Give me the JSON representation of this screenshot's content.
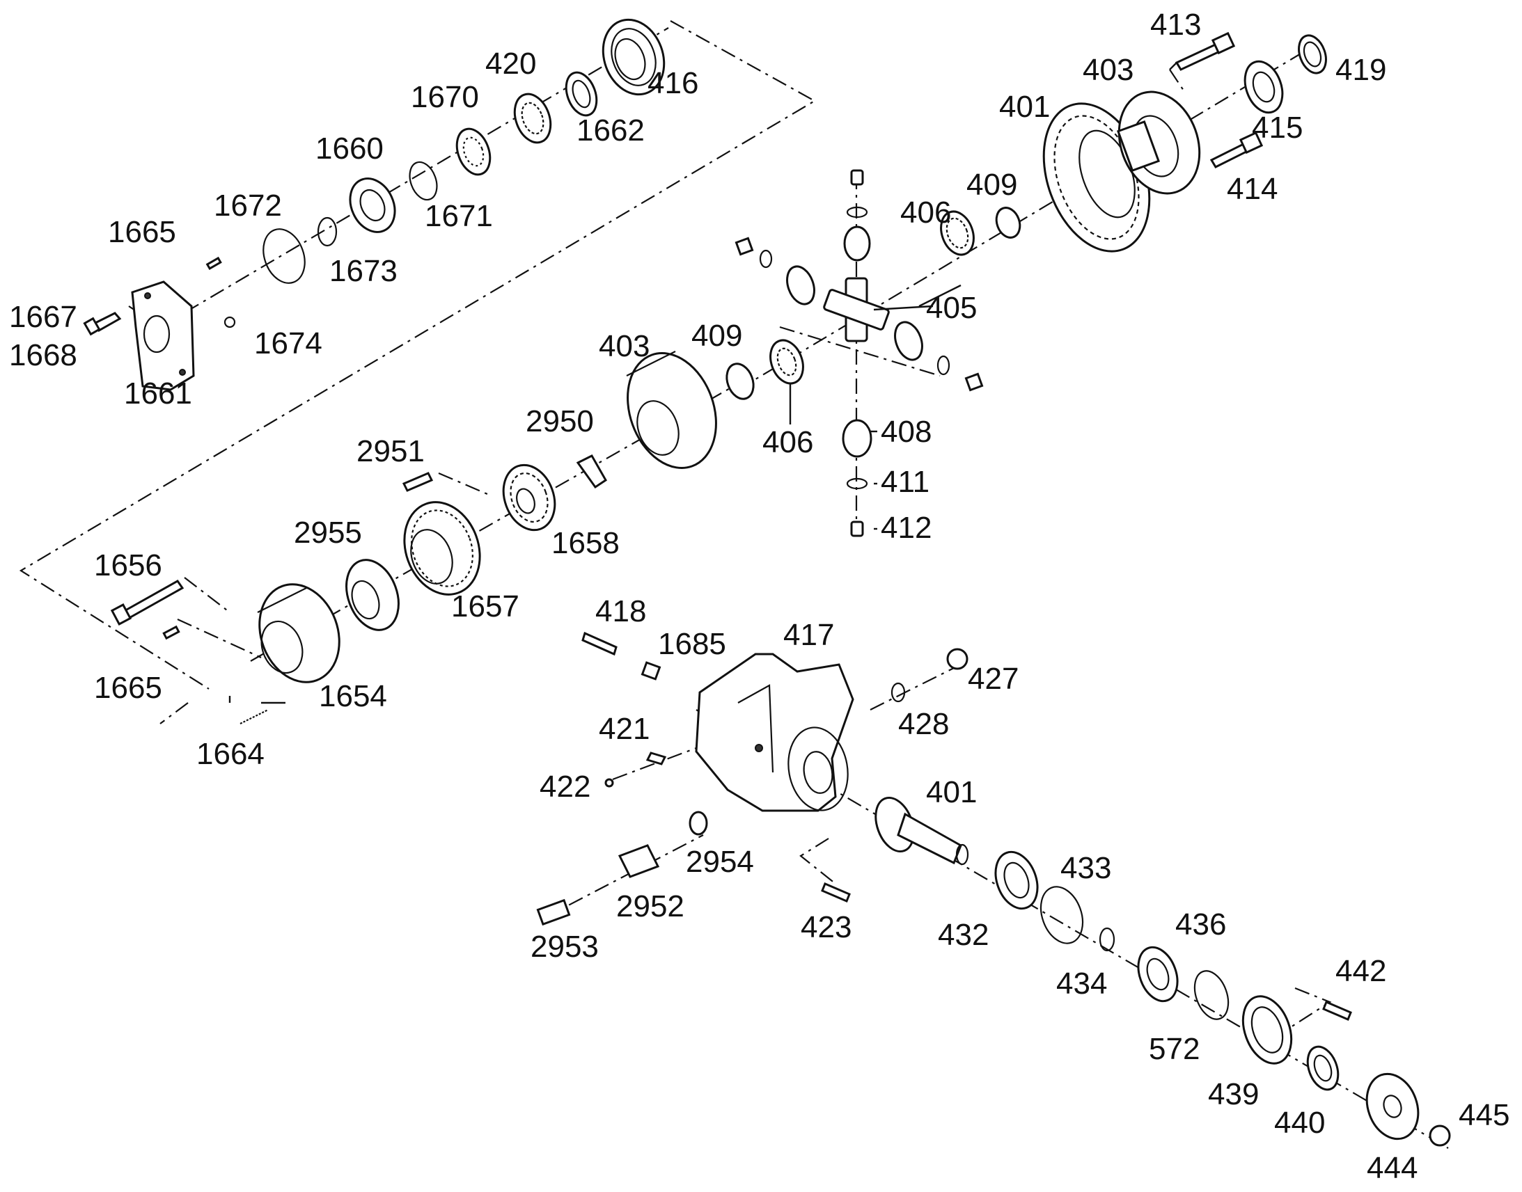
{
  "labels": {
    "l413": "413",
    "l403a": "403",
    "l419": "419",
    "l401a": "401",
    "l415": "415",
    "l409a": "409",
    "l414": "414",
    "l406a": "406",
    "l405": "405",
    "l420": "420",
    "l416": "416",
    "l1670": "1670",
    "l1662": "1662",
    "l1660": "1660",
    "l1671": "1671",
    "l1672": "1672",
    "l1673": "1673",
    "l1665a": "1665",
    "l1667": "1667",
    "l1668": "1668",
    "l1674": "1674",
    "l1661": "1661",
    "l403b": "403",
    "l409b": "409",
    "l2950": "2950",
    "l406b": "406",
    "l408": "408",
    "l411": "411",
    "l412": "412",
    "l2951": "2951",
    "l1658": "1658",
    "l2955": "2955",
    "l1656": "1656",
    "l1657": "1657",
    "l1665b": "1665",
    "l1654": "1654",
    "l1664": "1664",
    "l418": "418",
    "l1685": "1685",
    "l417": "417",
    "l427": "427",
    "l421": "421",
    "l428": "428",
    "l422": "422",
    "l401b": "401",
    "l2954": "2954",
    "l2952": "2952",
    "l433": "433",
    "l423": "423",
    "l2953": "2953",
    "l432": "432",
    "l436": "436",
    "l434": "434",
    "l442": "442",
    "l572": "572",
    "l439": "439",
    "l440": "440",
    "l445": "445",
    "l444": "444"
  }
}
